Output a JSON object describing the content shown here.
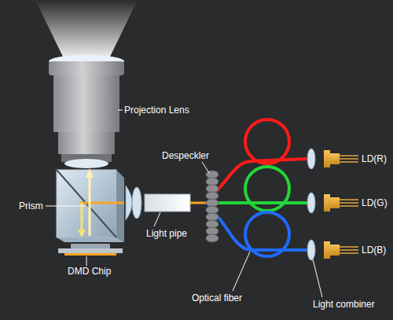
{
  "diagram": {
    "labels": [
      "Projection Lens",
      "Despeckler",
      "Prism",
      "Light pipe",
      "DMD Chip",
      "Optical fiber",
      "LD(R)",
      "LD(G)",
      "LD(B)",
      "Light combiner"
    ]
  }
}
